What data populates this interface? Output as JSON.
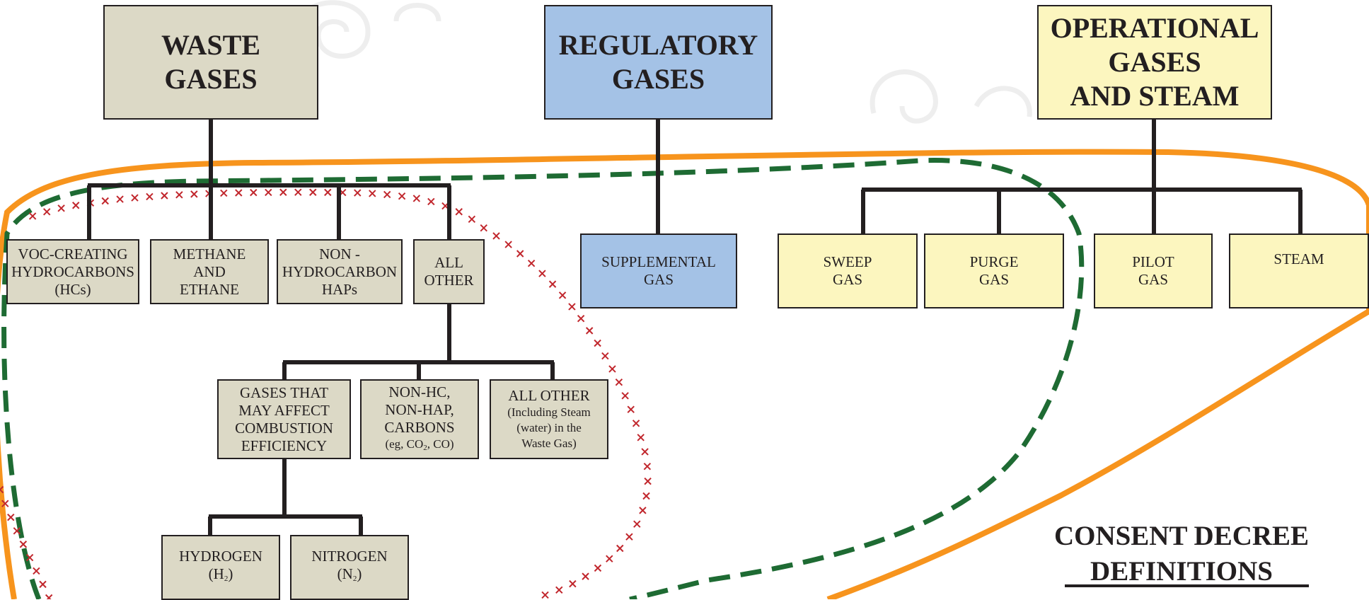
{
  "top_boxes": {
    "waste": [
      "WASTE",
      "GASES"
    ],
    "regulatory": [
      "REGULATORY",
      "GASES"
    ],
    "operational": [
      "OPERATIONAL",
      "GASES",
      "AND STEAM"
    ]
  },
  "waste_children": {
    "voc": [
      "VOC-CREATING",
      "HYDROCARBONS",
      "(HCs)"
    ],
    "methane": [
      "METHANE",
      "AND",
      "ETHANE"
    ],
    "nonhc_haps": [
      "NON -",
      "HYDROCARBON",
      "HAPs"
    ],
    "all_other": [
      "ALL",
      "OTHER"
    ]
  },
  "all_other_children": {
    "combustion": [
      "GASES THAT",
      "MAY AFFECT",
      "COMBUSTION",
      "EFFICIENCY"
    ],
    "nonhc_nonhap": [
      "NON-HC,",
      "NON-HAP,",
      "CARBONS"
    ],
    "nonhc_example": {
      "prefix": "(eg, CO",
      "sub": "2",
      "suffix": ", CO)"
    },
    "all_other_steam": [
      "ALL OTHER",
      "(Including Steam",
      "(water) in the",
      "Waste Gas)"
    ]
  },
  "combustion_children": {
    "hydrogen": {
      "name": "HYDROGEN",
      "prefix": "(H",
      "sub": "2",
      "suffix": ")"
    },
    "nitrogen": {
      "name": "NITROGEN",
      "prefix": "(N",
      "sub": "2",
      "suffix": ")"
    }
  },
  "regulatory_children": {
    "supplemental": [
      "SUPPLEMENTAL",
      "GAS"
    ]
  },
  "operational_children": {
    "sweep": [
      "SWEEP",
      "GAS"
    ],
    "purge": [
      "PURGE",
      "GAS"
    ],
    "pilot": [
      "PILOT",
      "GAS"
    ],
    "steam": [
      "STEAM"
    ]
  },
  "title": [
    "CONSENT DECREE",
    "DEFINITIONS"
  ],
  "colors": {
    "waste_fill": "#dcd9c6",
    "regulatory_fill": "#a4c2e6",
    "operational_fill": "#fcf6bf",
    "orange_outline": "#f7941d",
    "green_dashed": "#1e6b33",
    "red_crosses": "#c1272d"
  }
}
